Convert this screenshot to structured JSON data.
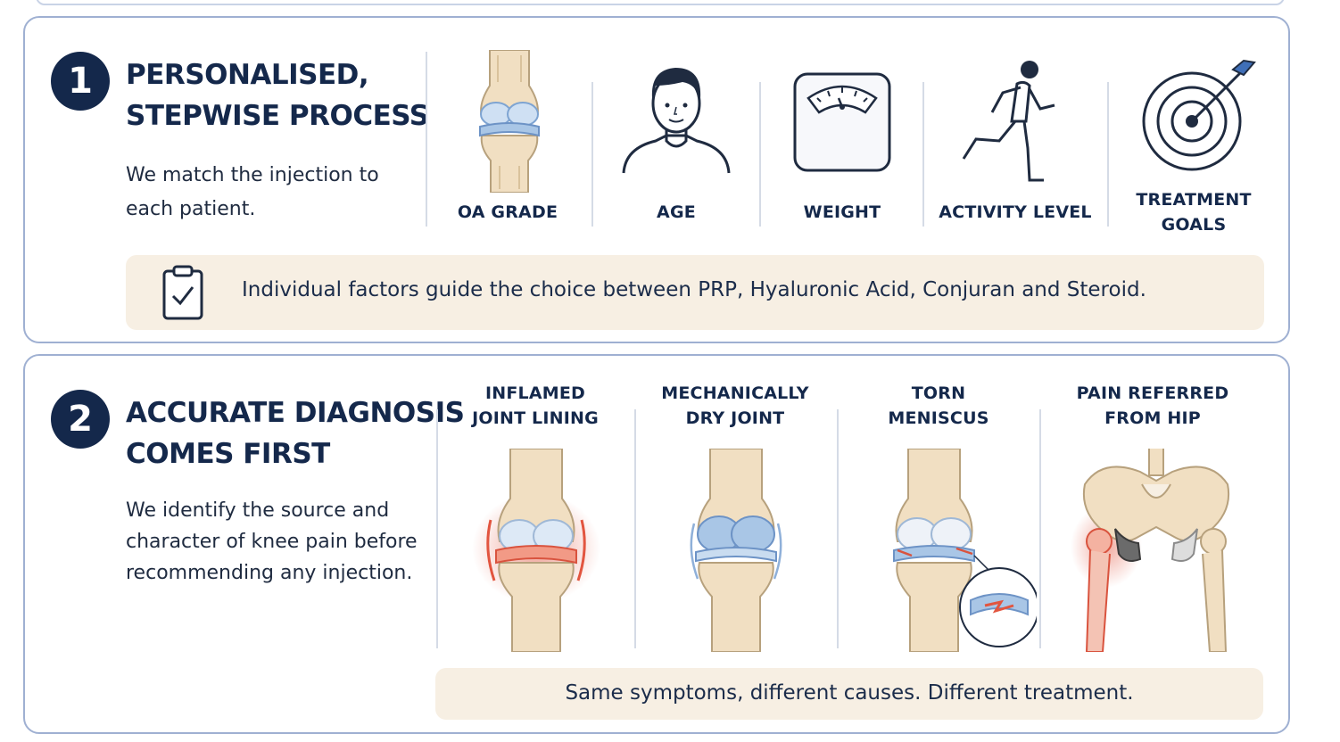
{
  "section1": {
    "number": "1",
    "title_line1": "PERSONALISED,",
    "title_line2": "STEPWISE PROCESS",
    "desc_line1": "We match the injection to",
    "desc_line2": "each patient.",
    "factors": [
      {
        "label_line1": "OA GRADE",
        "label_line2": "",
        "icon": "knee-joint-icon"
      },
      {
        "label_line1": "AGE",
        "label_line2": "",
        "icon": "person-icon"
      },
      {
        "label_line1": "WEIGHT",
        "label_line2": "",
        "icon": "weighing-scale-icon"
      },
      {
        "label_line1": "ACTIVITY LEVEL",
        "label_line2": "",
        "icon": "running-person-icon"
      },
      {
        "label_line1": "TREATMENT",
        "label_line2": "GOALS",
        "icon": "target-arrow-icon"
      }
    ],
    "banner_text": "Individual factors guide the choice between PRP, Hyaluronic Acid, Conjuran and Steroid.",
    "banner_icon": "clipboard-check-icon"
  },
  "section2": {
    "number": "2",
    "title_line1": "ACCURATE DIAGNOSIS",
    "title_line2": "COMES FIRST",
    "desc_line1": "We identify the source and",
    "desc_line2": "character of knee pain before",
    "desc_line3": "recommending any injection.",
    "diagnoses": [
      {
        "label_line1": "INFLAMED",
        "label_line2": "JOINT LINING",
        "icon": "inflamed-knee-icon"
      },
      {
        "label_line1": "MECHANICALLY",
        "label_line2": "DRY JOINT",
        "icon": "dry-knee-icon"
      },
      {
        "label_line1": "TORN",
        "label_line2": "MENISCUS",
        "icon": "torn-meniscus-icon"
      },
      {
        "label_line1": "PAIN REFERRED",
        "label_line2": "FROM HIP",
        "icon": "pelvis-hip-icon"
      }
    ],
    "banner_text": "Same symptoms, different causes. Different treatment."
  },
  "colors": {
    "navy": "#14284b",
    "panel_border": "#9fb0d2",
    "banner_bg": "#f7efe3",
    "bone": "#f1dfc2",
    "cartilage_blue": "#a9c6e6",
    "inflammation_red": "#e2553f"
  }
}
